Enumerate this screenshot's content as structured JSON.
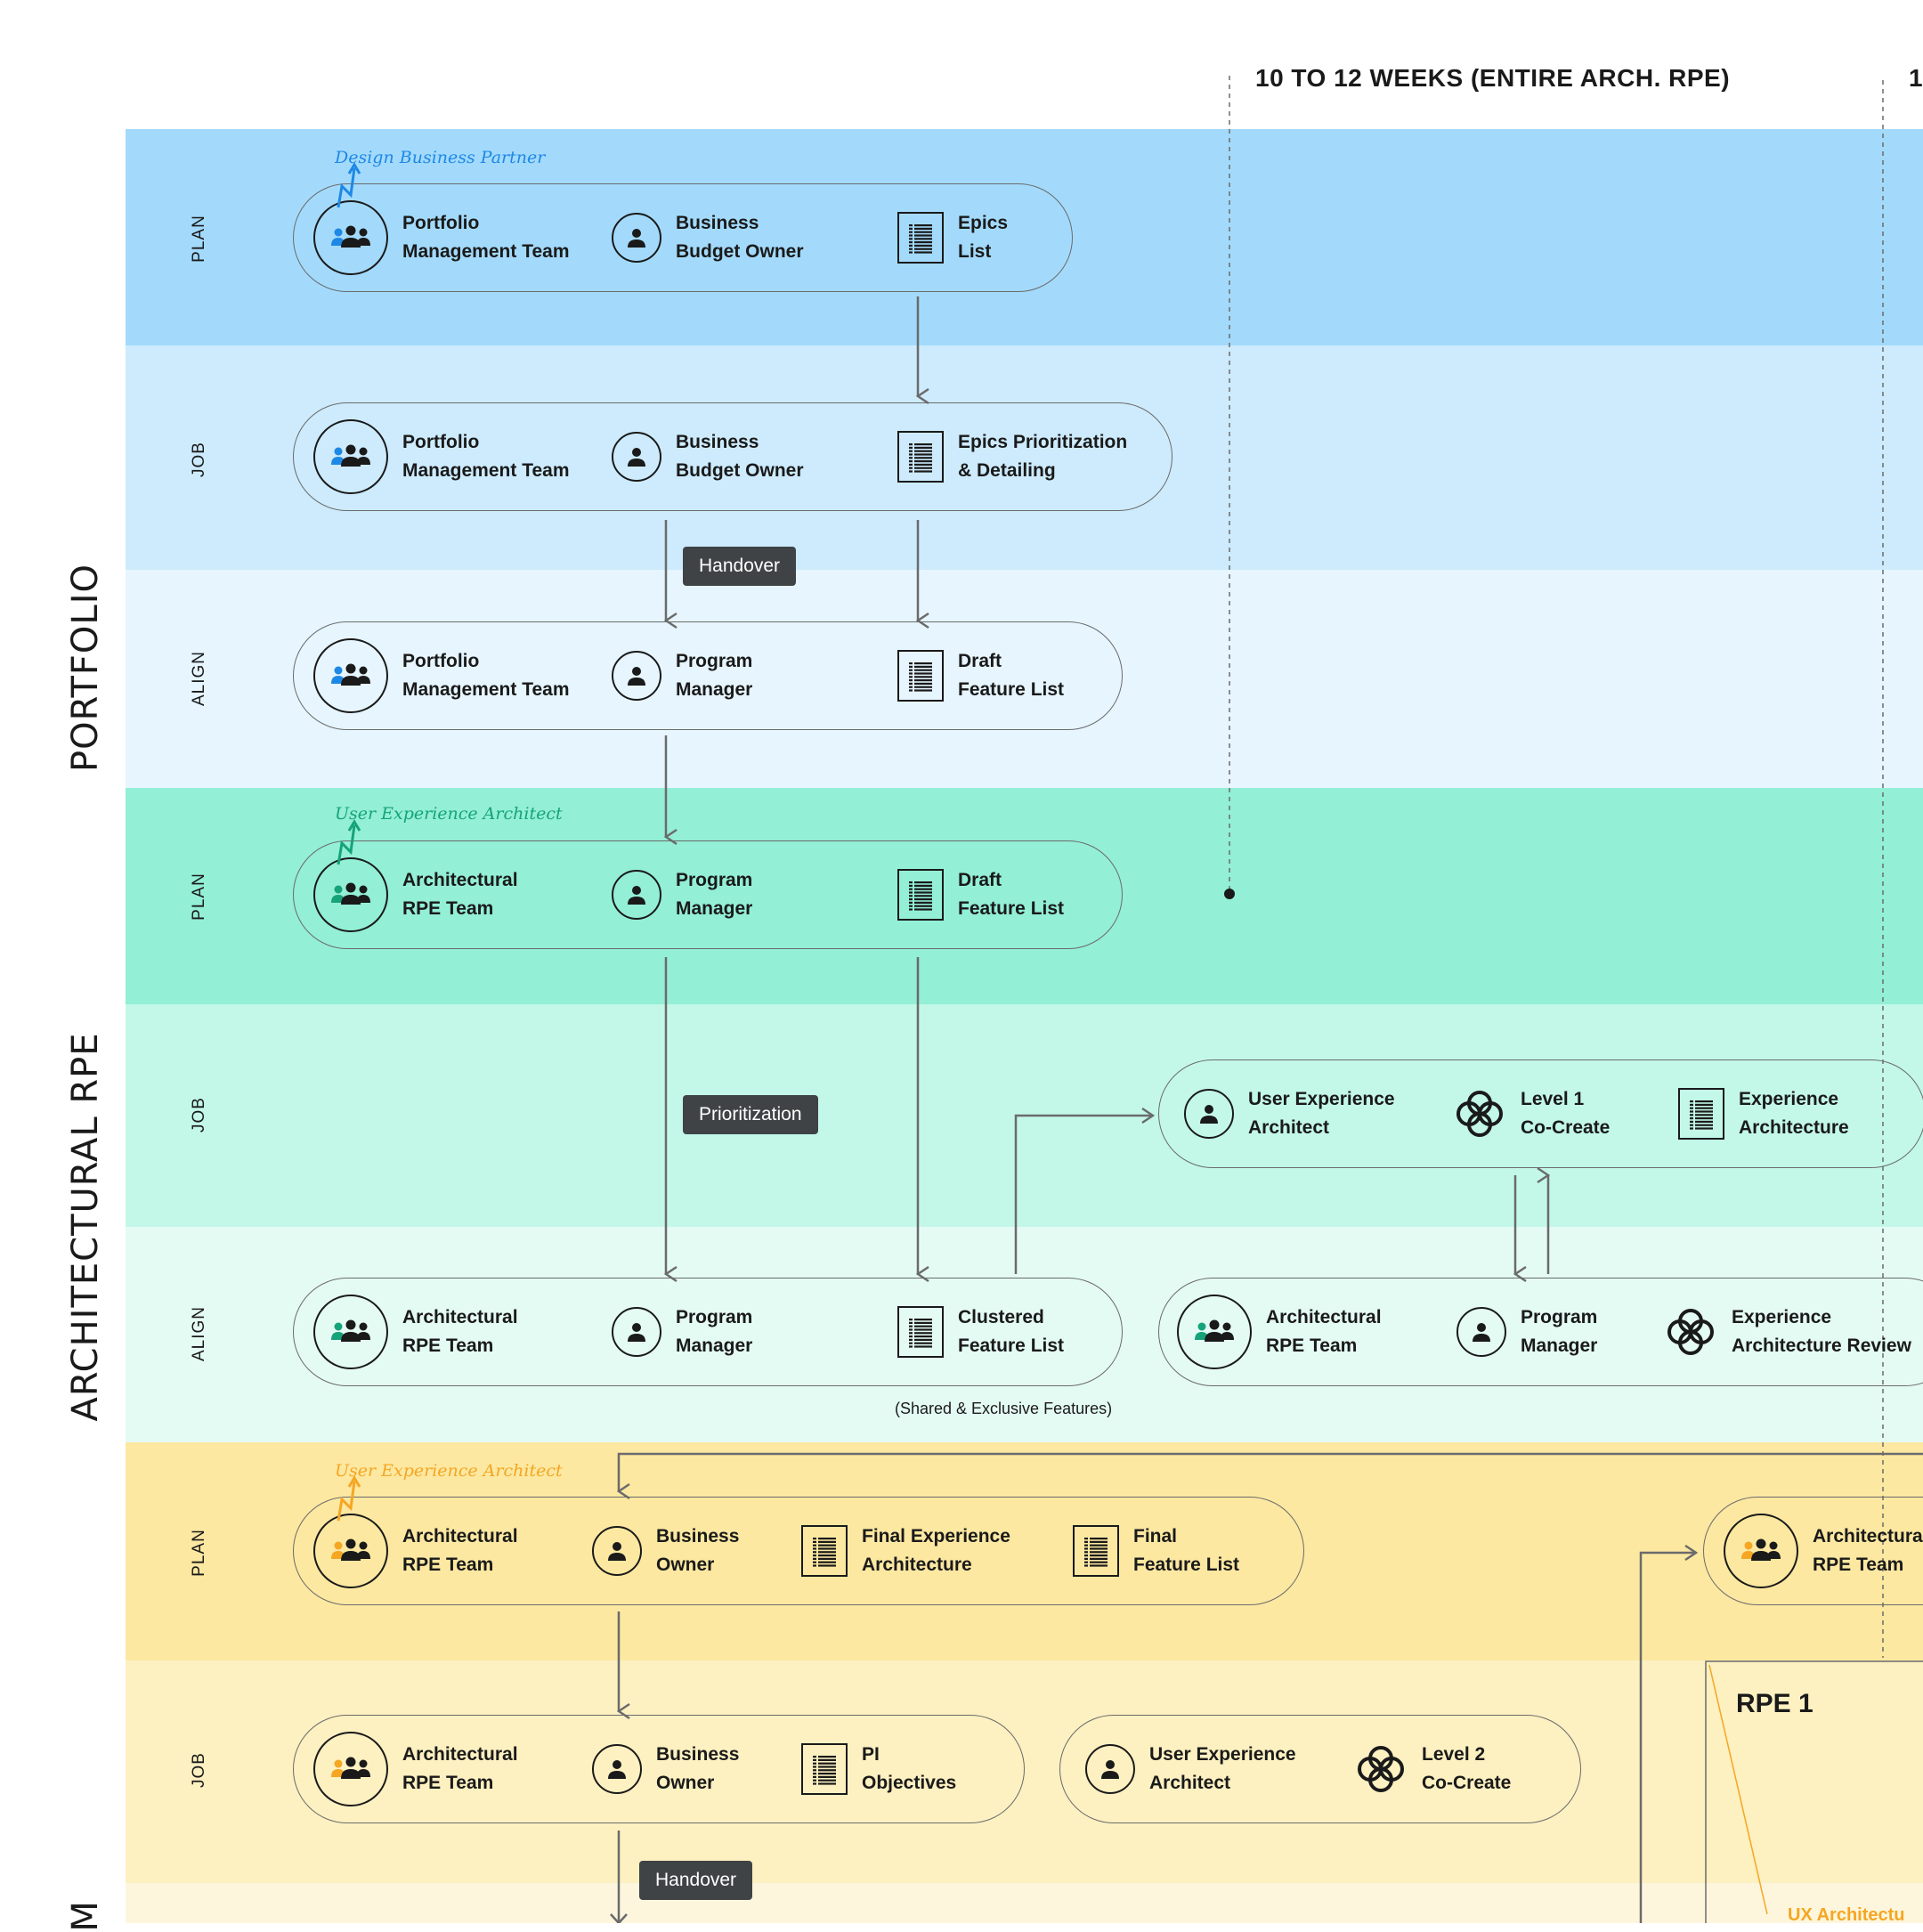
{
  "header": {
    "span_label": "10 TO 12 WEEKS (ENTIRE ARCH. RPE)",
    "next_label": "1"
  },
  "groups": {
    "portfolio": "PORTFOLIO",
    "architectural_rpe": "ARCHITECTURAL RPE",
    "program_partial": "M"
  },
  "rows": {
    "plan": "PLAN",
    "job": "JOB",
    "align": "ALIGN"
  },
  "colors": {
    "portfolio_plan": "#a3dafc",
    "portfolio_job": "#cdebfd",
    "portfolio_align": "#e6f5fe",
    "arch_plan": "#93efd6",
    "arch_job": "#c3f8e8",
    "arch_align": "#e4fbf4",
    "program_plan": "#fce8a1",
    "program_job": "#fdf0c1",
    "program_align": "#fef6dc",
    "accent_blue": "#1e88e5",
    "accent_green": "#16a37a",
    "accent_orange": "#f5a623"
  },
  "annotations": {
    "design_business_partner": "Design Business Partner",
    "ux_architect_green": "User Experience Architect",
    "ux_architect_orange": "User Experience Architect",
    "shared_exclusive": "(Shared & Exclusive Features)",
    "ux_architecture_partial": "UX Architectu"
  },
  "tags": {
    "handover_1": "Handover",
    "prioritization": "Prioritization",
    "handover_2": "Handover"
  },
  "rpe_box": {
    "title": "RPE 1"
  },
  "pills": {
    "p1": [
      {
        "icon": "team-icon",
        "l1": "Portfolio",
        "l2": "Management Team"
      },
      {
        "icon": "person-icon",
        "l1": "Business",
        "l2": "Budget Owner"
      },
      {
        "icon": "list-icon",
        "l1": "Epics",
        "l2": "List"
      }
    ],
    "p2": [
      {
        "icon": "team-icon",
        "l1": "Portfolio",
        "l2": "Management Team"
      },
      {
        "icon": "person-icon",
        "l1": "Business",
        "l2": "Budget Owner"
      },
      {
        "icon": "list-icon",
        "l1": "Epics Prioritization",
        "l2": "& Detailing"
      }
    ],
    "p3": [
      {
        "icon": "team-icon",
        "l1": "Portfolio",
        "l2": "Management Team"
      },
      {
        "icon": "person-icon",
        "l1": "Program",
        "l2": "Manager"
      },
      {
        "icon": "list-icon",
        "l1": "Draft",
        "l2": "Feature List"
      }
    ],
    "p4": [
      {
        "icon": "team-icon",
        "l1": "Architectural",
        "l2": "RPE Team"
      },
      {
        "icon": "person-icon",
        "l1": "Program",
        "l2": "Manager"
      },
      {
        "icon": "list-icon",
        "l1": "Draft",
        "l2": "Feature List"
      }
    ],
    "p5": [
      {
        "icon": "person-icon",
        "l1": "User Experience",
        "l2": "Architect"
      },
      {
        "icon": "clover-icon",
        "l1": "Level 1",
        "l2": "Co-Create"
      },
      {
        "icon": "list-icon",
        "l1": "Experience",
        "l2": "Architecture"
      }
    ],
    "p6": [
      {
        "icon": "team-icon",
        "l1": "Architectural",
        "l2": "RPE Team"
      },
      {
        "icon": "person-icon",
        "l1": "Program",
        "l2": "Manager"
      },
      {
        "icon": "list-icon",
        "l1": "Clustered",
        "l2": "Feature List"
      }
    ],
    "p7": [
      {
        "icon": "team-icon",
        "l1": "Architectural",
        "l2": "RPE Team"
      },
      {
        "icon": "person-icon",
        "l1": "Program",
        "l2": "Manager"
      },
      {
        "icon": "clover-icon",
        "l1": "Experience",
        "l2": "Architecture Review"
      }
    ],
    "p8": [
      {
        "icon": "team-icon",
        "l1": "Architectural",
        "l2": "RPE Team"
      },
      {
        "icon": "person-icon",
        "l1": "Business",
        "l2": "Owner"
      },
      {
        "icon": "list-icon",
        "l1": "Final Experience",
        "l2": "Architecture"
      },
      {
        "icon": "list-icon",
        "l1": "Final",
        "l2": "Feature List"
      }
    ],
    "p9": [
      {
        "icon": "team-icon",
        "l1": "Architectural",
        "l2": "RPE Team"
      }
    ],
    "p10": [
      {
        "icon": "team-icon",
        "l1": "Architectural",
        "l2": "RPE Team"
      },
      {
        "icon": "person-icon",
        "l1": "Business",
        "l2": "Owner"
      },
      {
        "icon": "list-icon",
        "l1": "PI",
        "l2": "Objectives"
      }
    ],
    "p11": [
      {
        "icon": "person-icon",
        "l1": "User Experience",
        "l2": "Architect"
      },
      {
        "icon": "clover-icon",
        "l1": "Level 2",
        "l2": "Co-Create"
      }
    ]
  }
}
